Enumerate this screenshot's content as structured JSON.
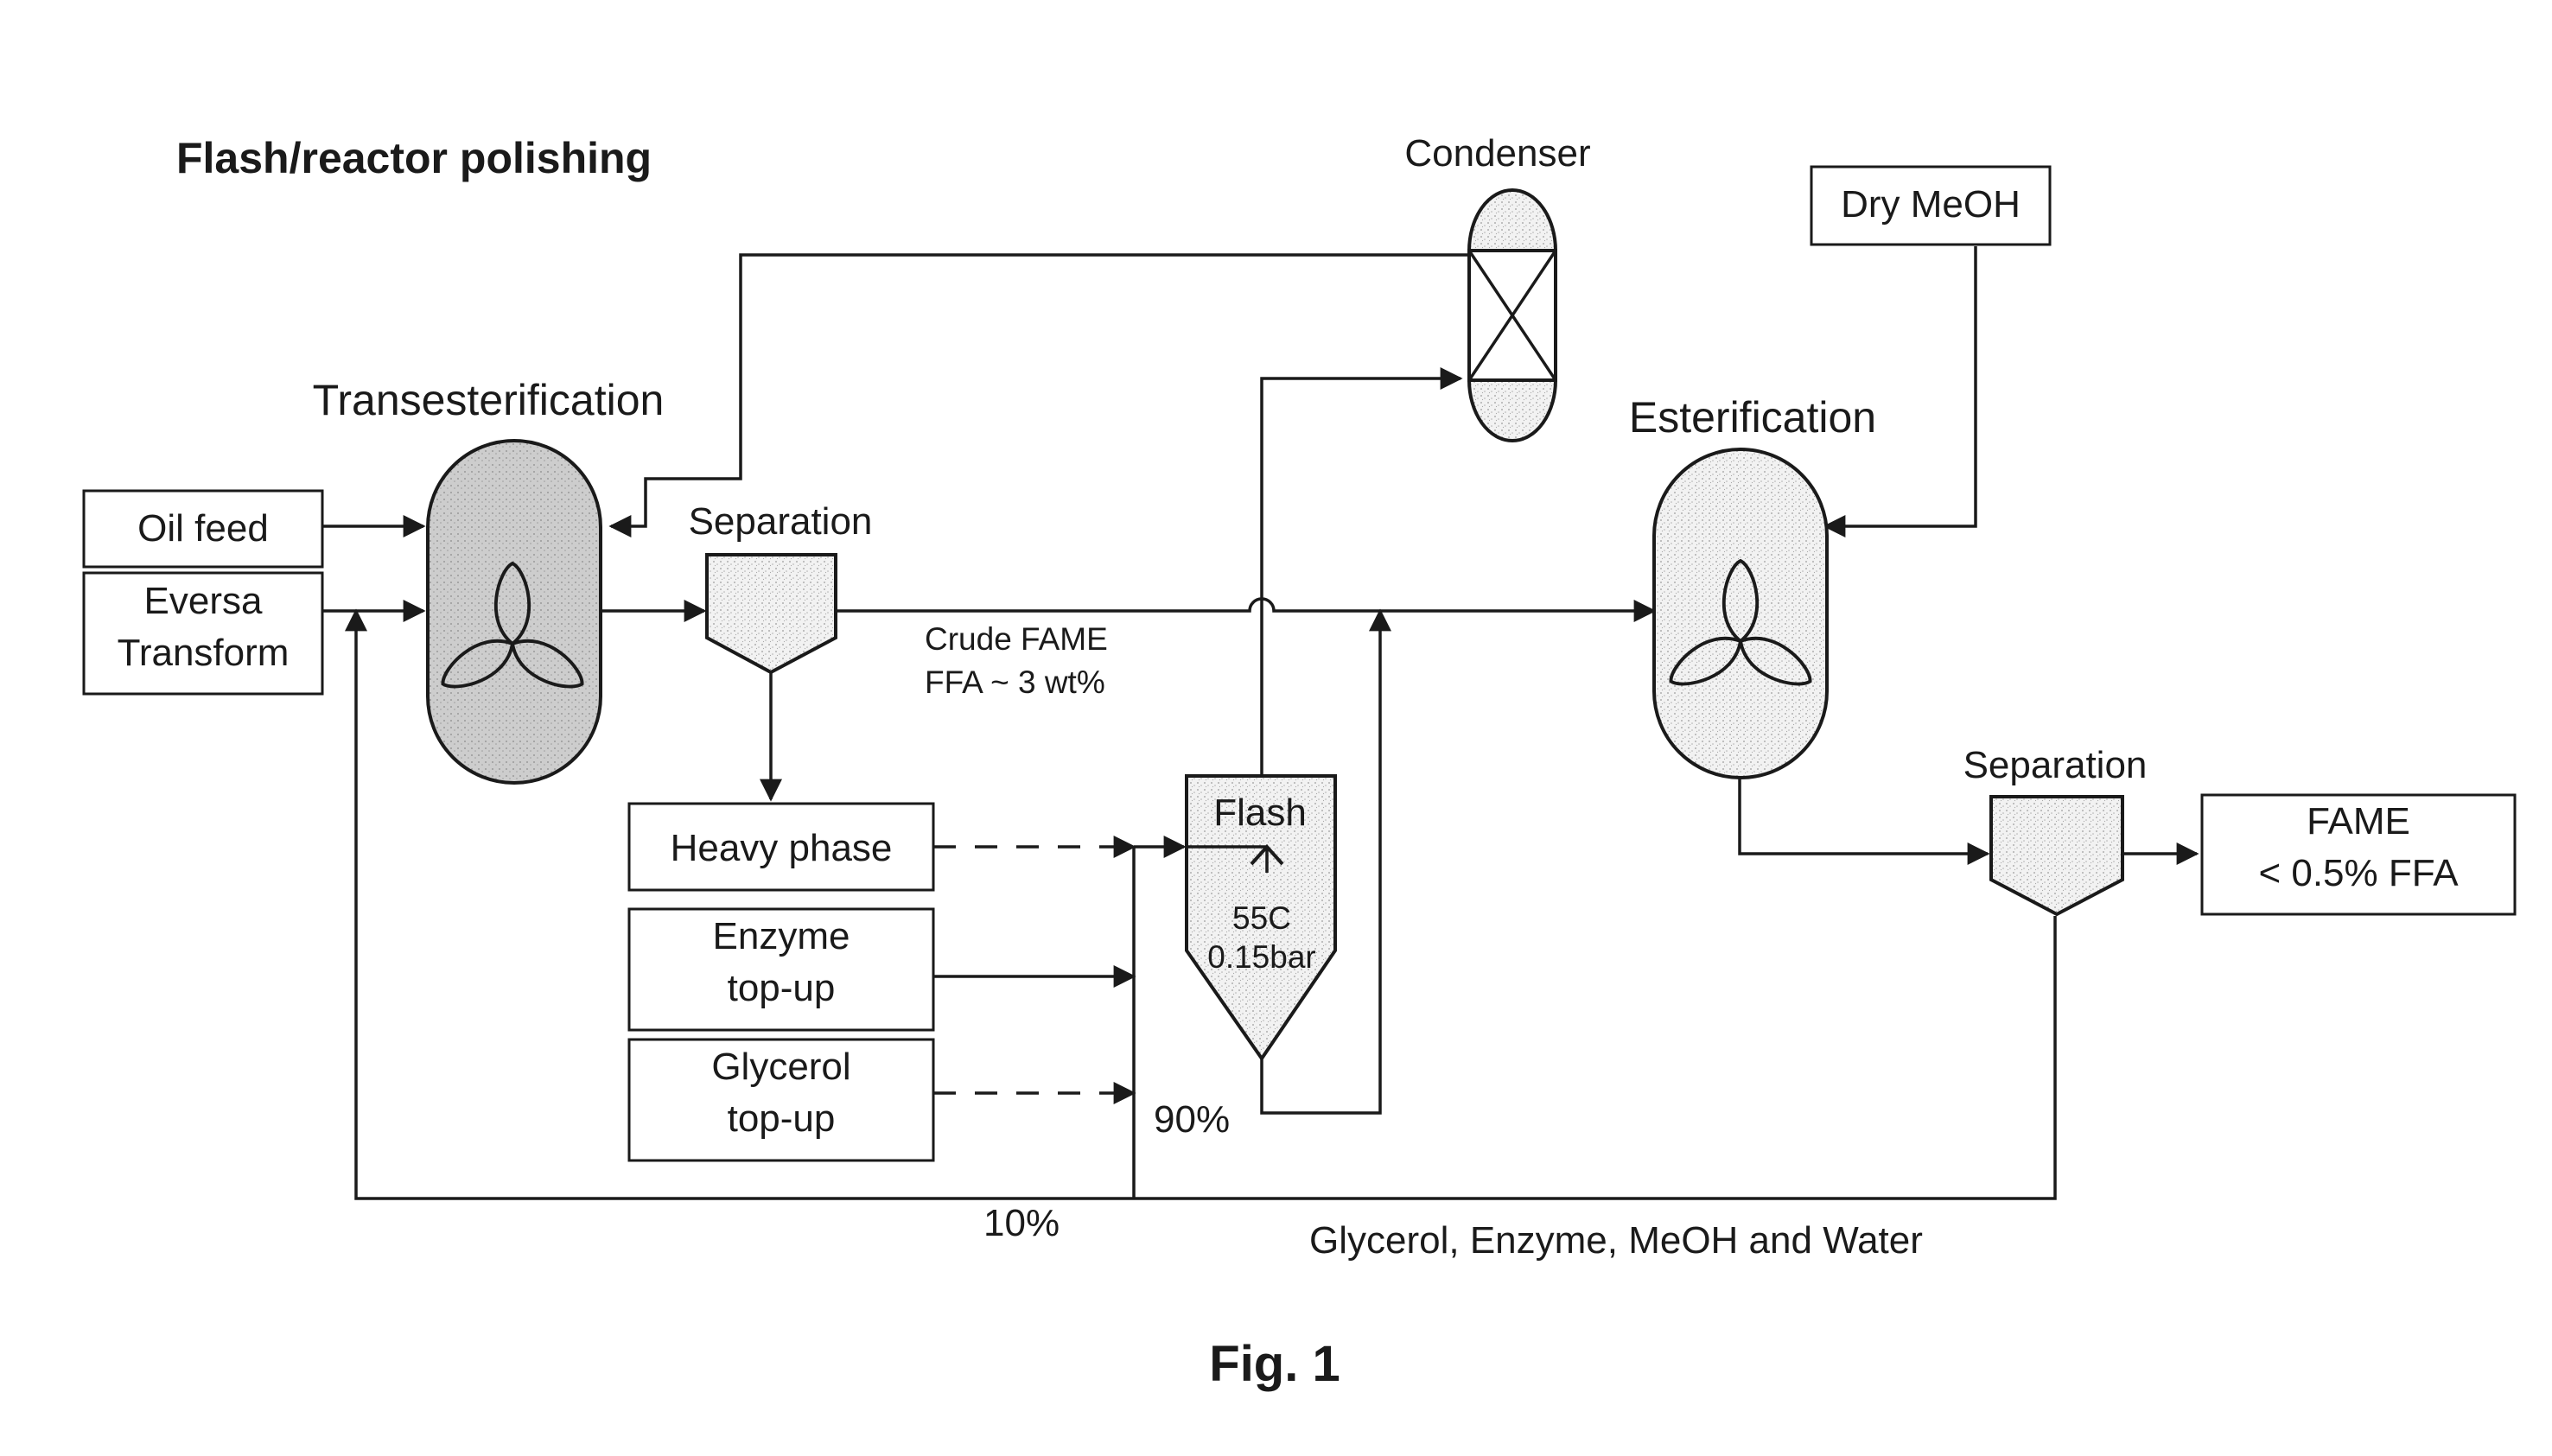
{
  "title": "Flash/reactor polishing",
  "caption": "Fig. 1",
  "units": {
    "condenser": "Condenser",
    "dry_meoh": "Dry MeOH",
    "transesterification": "Transesterification",
    "esterification": "Esterification",
    "separation_1": "Separation",
    "separation_2": "Separation",
    "flash": "Flash",
    "flash_temp": "55C",
    "flash_pressure": "0.15bar"
  },
  "inputs": {
    "oil_feed": "Oil feed",
    "eversa_line1": "Eversa",
    "eversa_line2": "Transform",
    "heavy_phase": "Heavy phase",
    "enzyme_line1": "Enzyme",
    "enzyme_line2": "top-up",
    "glycerol_line1": "Glycerol",
    "glycerol_line2": "top-up"
  },
  "product": {
    "line1": "FAME",
    "line2": "< 0.5% FFA"
  },
  "stream_labels": {
    "crude_fame_line1": "Crude FAME",
    "crude_fame_line2": "FFA ~ 3 wt%",
    "recycle_90": "90%",
    "recycle_10": "10%",
    "bottom_stream": "Glycerol, Enzyme, MeOH and Water"
  },
  "colors": {
    "transesterification_fill": "#cfcfcf",
    "speckle_fill": "#ececec",
    "line": "#1a1a1a"
  }
}
